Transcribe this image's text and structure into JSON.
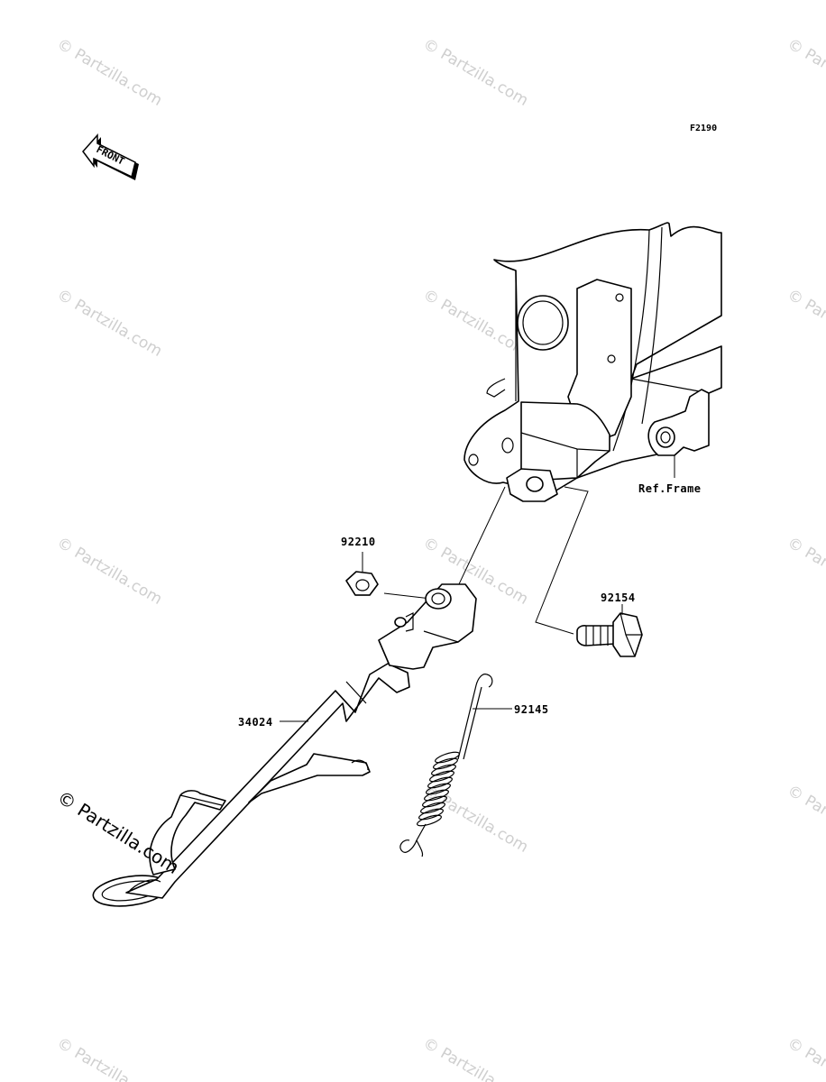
{
  "diagram": {
    "code": "F2190",
    "front_label": "FRONT",
    "ref_label": "Ref.Frame",
    "watermark": "© Partzilla.com",
    "parts": [
      {
        "number": "92210"
      },
      {
        "number": "92154"
      },
      {
        "number": "92145"
      },
      {
        "number": "34024"
      }
    ]
  }
}
